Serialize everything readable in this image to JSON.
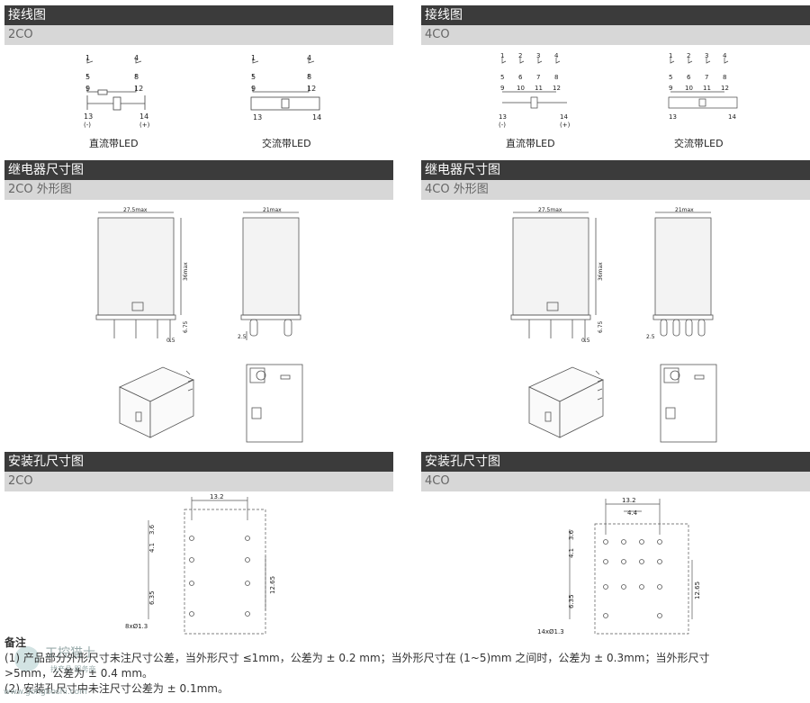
{
  "left": {
    "wiring_title": "接线图",
    "wiring_sub": "2CO",
    "dim_title": "继电器尺寸图",
    "dim_sub": "2CO 外形图",
    "mount_title": "安装孔尺寸图",
    "mount_sub": "2CO",
    "dc_caption": "直流带LED",
    "ac_caption": "交流带LED",
    "terms_top": [
      "1",
      "4"
    ],
    "terms_mid": [
      "5",
      "8"
    ],
    "terms_low": [
      "9",
      "12"
    ],
    "coil_terms": [
      "13",
      "14"
    ],
    "coil_pol": [
      "(-)",
      "(+)"
    ],
    "dim_width": "27.5max",
    "dim_height": "36max",
    "dim_depth": "21max",
    "dim_pin": "6.75",
    "dim_pin_w": "0.5",
    "dim_side_w": "2.5",
    "hole_w": "13.2",
    "hole_a": "3.6",
    "hole_b": "4.1",
    "hole_c": "6.35",
    "hole_d": "12.65",
    "hole_label": "8xØ1.3"
  },
  "right": {
    "wiring_title": "接线图",
    "wiring_sub": "4CO",
    "dim_title": "继电器尺寸图",
    "dim_sub": "4CO 外形图",
    "mount_title": "安装孔尺寸图",
    "mount_sub": "4CO",
    "dc_caption": "直流带LED",
    "ac_caption": "交流带LED",
    "terms_top": [
      "1",
      "2",
      "3",
      "4"
    ],
    "terms_mid": [
      "5",
      "6",
      "7",
      "8"
    ],
    "terms_low": [
      "9",
      "10",
      "11",
      "12"
    ],
    "coil_terms": [
      "13",
      "14"
    ],
    "coil_pol": [
      "(-)",
      "(+)"
    ],
    "dim_width": "27.5max",
    "dim_height": "36max",
    "dim_depth": "21max",
    "dim_pin": "6.75",
    "dim_pin_w": "0.5",
    "dim_side_w": "2.5",
    "hole_w": "13.2",
    "hole_pitch": "4.4",
    "hole_a": "3.6",
    "hole_b": "4.1",
    "hole_c": "6.35",
    "hole_d": "12.65",
    "hole_label": "14xØ1.3"
  },
  "notes": {
    "head": "备注",
    "line1": "(1) 产品部分外形尺寸未注尺寸公差，当外形尺寸 ≤1mm，公差为 ± 0.2 mm；当外形尺寸在 (1~5)mm 之间时，公差为 ± 0.3mm；当外形尺寸",
    "line2": ">5mm，公差为 ± 0.4 mm。",
    "line3": "(2) 安装孔尺寸中未注尺寸公差为 ± 0.1mm。"
  },
  "watermark": {
    "cn": "工控猫士",
    "sub": "找产品·服务商",
    "url": "www.gongboshi.com"
  }
}
